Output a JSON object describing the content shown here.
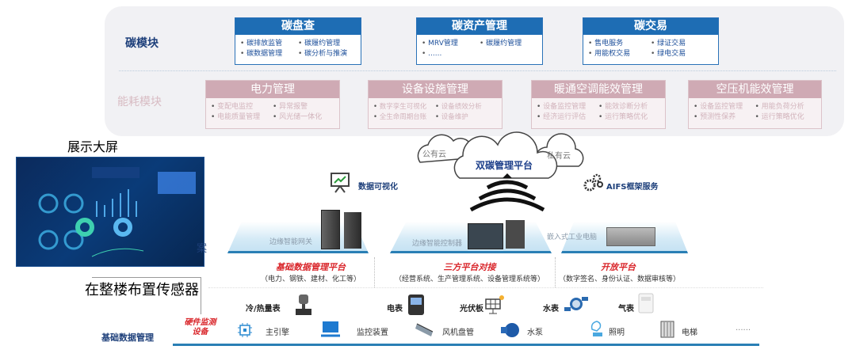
{
  "carbon_module": {
    "label": "碳模块",
    "boxes": [
      {
        "title": "碳盘查",
        "items": [
          "碳排放监管",
          "碳履约管理",
          "碳数据管理",
          "碳分析与推演"
        ]
      },
      {
        "title": "碳资产管理",
        "items": [
          "MRV管理",
          "碳履约管理",
          "......"
        ]
      },
      {
        "title": "碳交易",
        "items": [
          "售电服务",
          "绿证交易",
          "用能权交易",
          "绿电交易"
        ]
      }
    ]
  },
  "energy_module": {
    "label": "能耗模块",
    "boxes": [
      {
        "title": "电力管理",
        "items": [
          "变配电监控",
          "异常报警",
          "电能质量管理",
          "风光储一体化"
        ]
      },
      {
        "title": "设备设施管理",
        "items": [
          "数字孪生可视化",
          "设备绩效分析",
          "全生命周期台账",
          "设备维护"
        ]
      },
      {
        "title": "暖通空调能效管理",
        "items": [
          "设备监控管理",
          "能效诊断分析",
          "经济运行评估",
          "运行策略优化"
        ]
      },
      {
        "title": "空压机能效管理",
        "items": [
          "设备监控管理",
          "用能负荷分析",
          "预测性保养",
          "运行策略优化"
        ]
      }
    ]
  },
  "display": {
    "label": "展示大屏",
    "cut_text": "案"
  },
  "cloud": {
    "main": "双碳管理平台",
    "public": "公有云",
    "private": "私有云"
  },
  "services": {
    "visual": "数据可视化",
    "aifs": "AIFS框架服务"
  },
  "edge": {
    "gateway": "边缘智能网关",
    "controller": "边缘智能控制器",
    "pc": "嵌入式工业电脑"
  },
  "platforms": [
    {
      "title": "基础数据管理平台",
      "desc": "（电力、钢铁、建材、化工等）"
    },
    {
      "title": "三方平台对接",
      "desc": "（经营系统、生产管理系统、设备管理系统等）"
    },
    {
      "title": "开放平台",
      "desc": "（数字签名、身份认证、数据审核等）"
    }
  ],
  "sensor_note": "在整楼布置传感器",
  "hardware_label": "硬件监测设备",
  "base_label": "基础数据管理",
  "meters": [
    "冷/热量表",
    "电表",
    "光伏板",
    "水表",
    "气表"
  ],
  "devices": [
    "主引擎",
    "监控装置",
    "风机盘管",
    "水泵",
    "照明",
    "电梯",
    "......"
  ],
  "colors": {
    "blue": "#1e6db4",
    "pink": "#cfaab4",
    "red": "#d9252a"
  }
}
